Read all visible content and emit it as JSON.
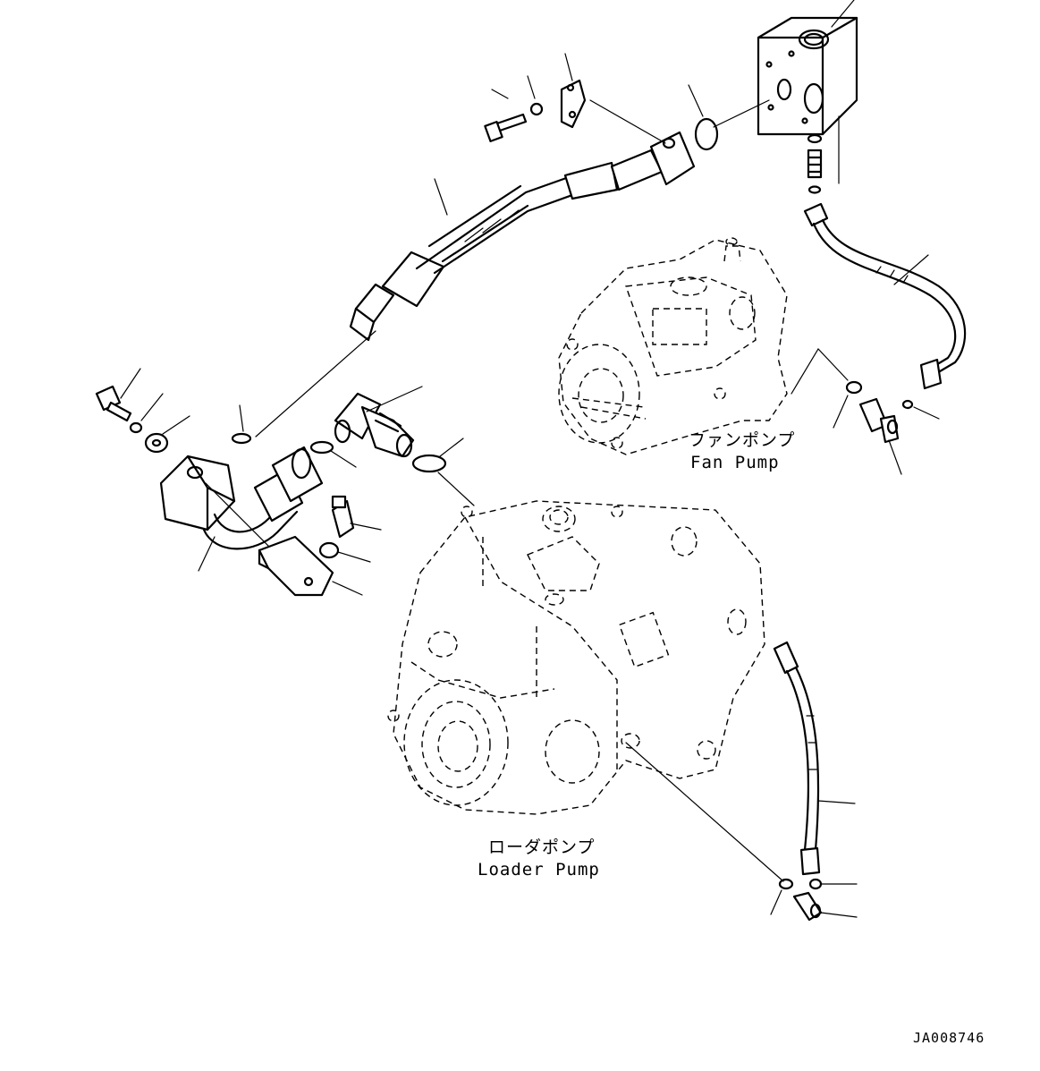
{
  "fan_pump": {
    "label_jp": "ファンポンプ",
    "label_en": "Fan Pump"
  },
  "loader_pump": {
    "label_jp": "ローダポンプ",
    "label_en": "Loader Pump"
  },
  "figure_id": "JA008746"
}
